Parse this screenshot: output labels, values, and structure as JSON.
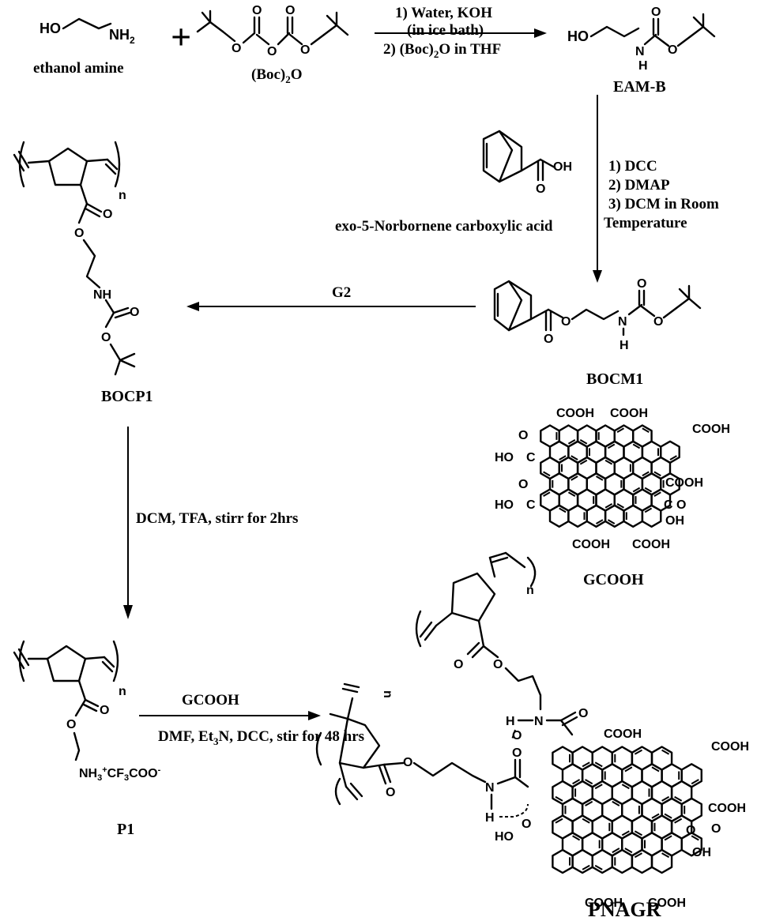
{
  "reagents": {
    "ethanolamine_label": "ethanol amine",
    "boc2o_label": "(Boc)2O",
    "eamb_label": "EAM-B",
    "norbornene_acid_label": "exo-5-Norbornene carboxylic acid",
    "bocm1_label": "BOCM1",
    "bocp1_label": "BOCP1",
    "p1_label": "P1",
    "gcooh_label": "GCOOH",
    "pnagr_label": "PNAGR"
  },
  "conditions": {
    "step1_line1": "1) Water, KOH",
    "step1_line2": "(in ice bath)",
    "step1_line3": "2) (Boc)2O in THF",
    "step2_line1": "1)  DCC",
    "step2_line2": "2) DMAP",
    "step2_line3": "3) DCM   in Room",
    "step2_line4": "Temperature",
    "step3": "G2",
    "step4": "DCM, TFA, stirr for 2hrs",
    "step5_top": "GCOOH",
    "step5_bottom": "DMF, Et3N, DCC, stir for 48 hrs"
  },
  "atoms": {
    "ho": "HO",
    "nh2": "NH2",
    "oh": "OH",
    "o": "O",
    "n": "N",
    "h": "H",
    "nh": "NH",
    "cooh": "COOH",
    "n_repeat": "n",
    "c": "C",
    "nh3_salt": "NH3+CF3COO-"
  },
  "colors": {
    "ink": "#000000",
    "background": "#ffffff"
  }
}
